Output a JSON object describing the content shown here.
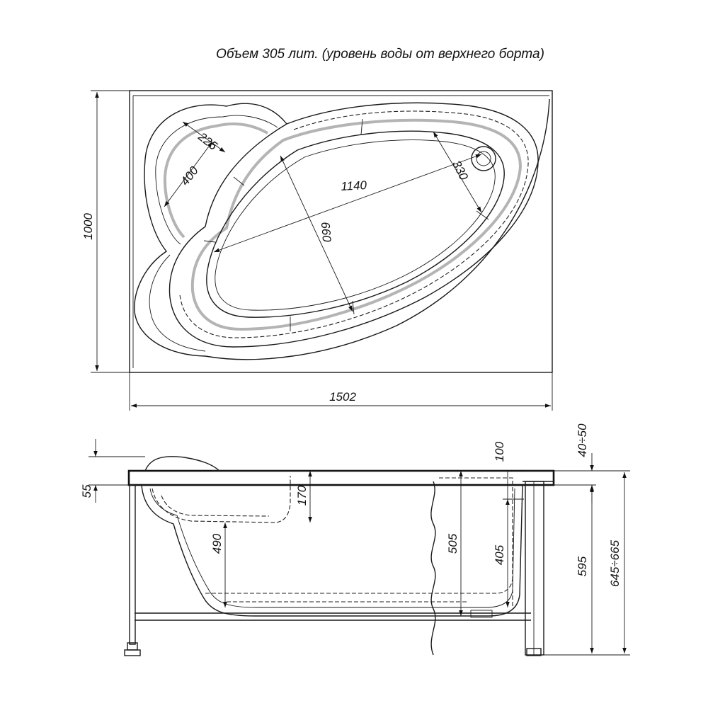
{
  "title": "Объем 305 лит. (уровень воды от верхнего борта)",
  "top_view": {
    "height_dim": "1000",
    "width_dim": "1502",
    "length_inner": "1140",
    "width_inner": "660",
    "drain_dim": "330",
    "seat_outer": "400",
    "seat_inner": "225"
  },
  "side_view": {
    "rim_thickness": "55",
    "seat_height": "490",
    "seat_depth": "170",
    "depth_total": "505",
    "depth_inner": "405",
    "overflow": "100",
    "leg_adjust": "40÷50",
    "panel_height": "595",
    "total_height": "645÷665"
  }
}
